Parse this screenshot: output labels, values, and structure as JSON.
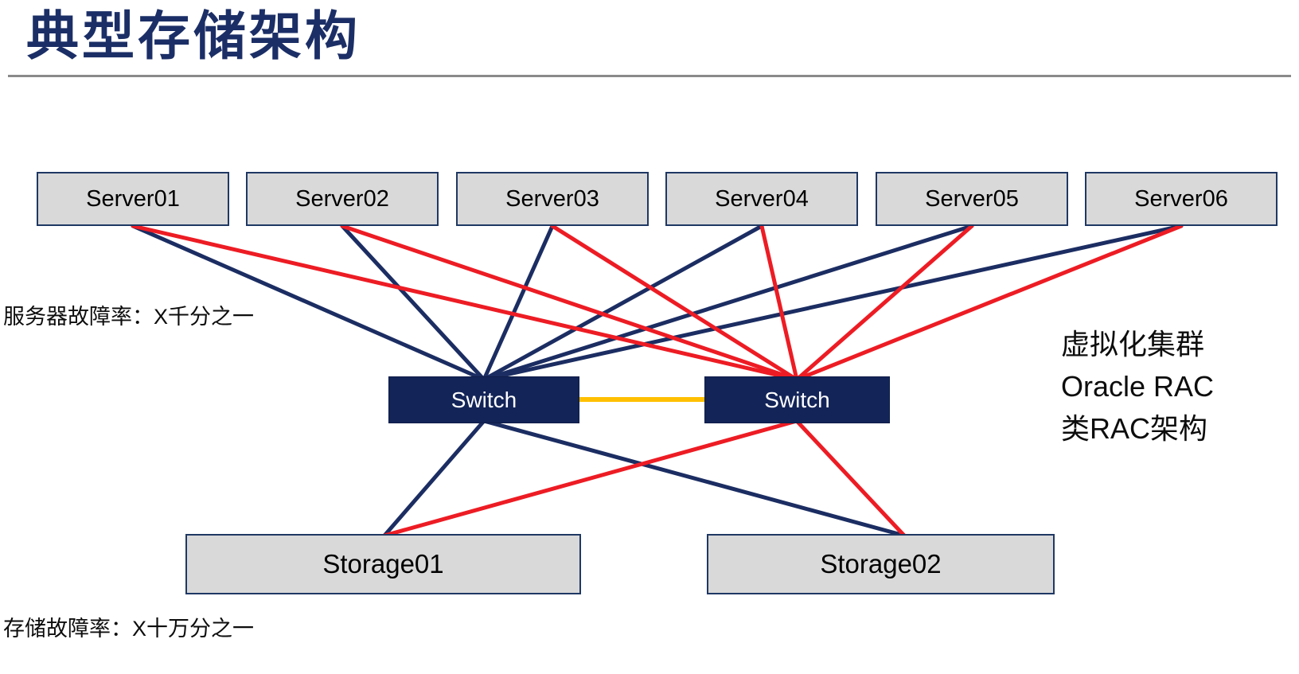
{
  "title": "典型存储架构",
  "labels": {
    "server_failure": "服务器故障率：X千分之一",
    "storage_failure": "存储故障率：X十万分之一",
    "cluster_note_lines": [
      "虚拟化集群",
      "Oracle RAC",
      "类RAC架构"
    ]
  },
  "nodes": {
    "servers": [
      {
        "id": "server01",
        "label": "Server01"
      },
      {
        "id": "server02",
        "label": "Server02"
      },
      {
        "id": "server03",
        "label": "Server03"
      },
      {
        "id": "server04",
        "label": "Server04"
      },
      {
        "id": "server05",
        "label": "Server05"
      },
      {
        "id": "server06",
        "label": "Server06"
      }
    ],
    "switches": [
      {
        "id": "switch-a",
        "label": "Switch"
      },
      {
        "id": "switch-b",
        "label": "Switch"
      }
    ],
    "storages": [
      {
        "id": "storage01",
        "label": "Storage01"
      },
      {
        "id": "storage02",
        "label": "Storage02"
      }
    ]
  },
  "edges": [
    {
      "from": "server01",
      "to": "switch-a",
      "color": "navy"
    },
    {
      "from": "server02",
      "to": "switch-a",
      "color": "navy"
    },
    {
      "from": "server03",
      "to": "switch-a",
      "color": "navy"
    },
    {
      "from": "server04",
      "to": "switch-a",
      "color": "navy"
    },
    {
      "from": "server05",
      "to": "switch-a",
      "color": "navy"
    },
    {
      "from": "server06",
      "to": "switch-a",
      "color": "navy"
    },
    {
      "from": "server01",
      "to": "switch-b",
      "color": "red"
    },
    {
      "from": "server02",
      "to": "switch-b",
      "color": "red"
    },
    {
      "from": "server03",
      "to": "switch-b",
      "color": "red"
    },
    {
      "from": "server04",
      "to": "switch-b",
      "color": "red"
    },
    {
      "from": "server05",
      "to": "switch-b",
      "color": "red"
    },
    {
      "from": "server06",
      "to": "switch-b",
      "color": "red"
    },
    {
      "from": "switch-a",
      "to": "switch-b",
      "color": "orange"
    },
    {
      "from": "switch-a",
      "to": "storage01",
      "color": "navy"
    },
    {
      "from": "switch-a",
      "to": "storage02",
      "color": "navy"
    },
    {
      "from": "switch-b",
      "to": "storage01",
      "color": "red"
    },
    {
      "from": "switch-b",
      "to": "storage02",
      "color": "red"
    }
  ],
  "colors": {
    "navy": "#1B2D62",
    "red": "#ED1C24",
    "orange": "#FFC000",
    "title": "#1B2E66",
    "box_fill": "#D9D9D9",
    "box_border": "#1F3864",
    "switch_fill": "#132458"
  }
}
